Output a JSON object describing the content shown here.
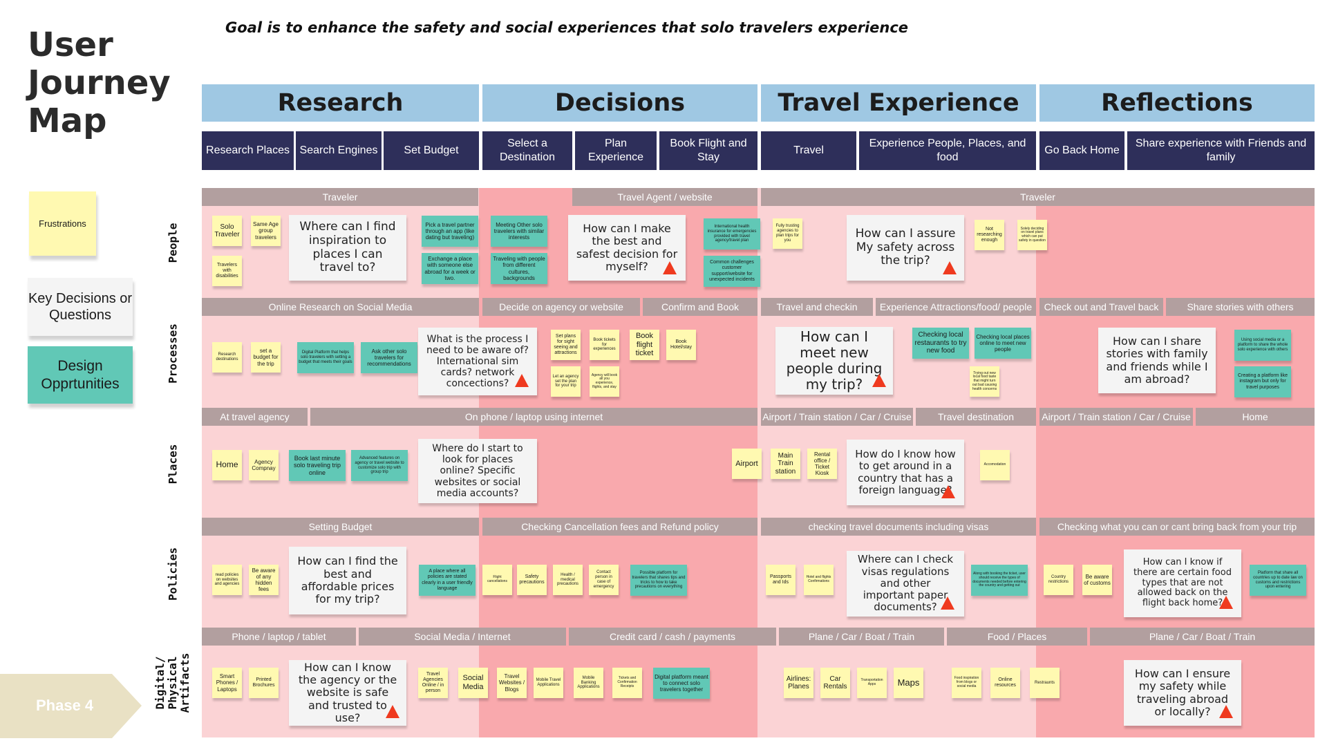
{
  "title": "User Journey Map",
  "goal": "Goal is to enhance the safety and social experiences that solo travelers experience",
  "legend": {
    "frustrations": "Frustrations",
    "key_decisions": "Key Decisions or Questions",
    "design": "Design Opprtunities"
  },
  "phase_badge": "Phase 4",
  "colors": {
    "phase_header": "#9fc8e3",
    "step": "#2e2f5a",
    "sticky_yellow": "#fff9b1",
    "sticky_teal": "#61c8b6",
    "band_light": "#fbd3d5",
    "band_dark": "#f9a9ad",
    "band_title": "#b29f9f",
    "frustration_marker": "#ef3a1f"
  },
  "rows": [
    "People",
    "Processes",
    "Places",
    "Policies",
    "Digital/ Physical Artifacts"
  ],
  "phases": [
    "Research",
    "Decisions",
    "Travel Experience",
    "Reflections"
  ],
  "steps": [
    "Research Places",
    "Search Engines",
    "Set Budget",
    "Select a Destination",
    "Plan Experience",
    "Book Flight and Stay",
    "Travel",
    "Experience People, Places, and food",
    "Go Back Home",
    "Share experience with Friends and family"
  ],
  "band_titles": {
    "people": [
      "Traveler",
      "Travel Agent / website",
      "Traveler"
    ],
    "processes": [
      "Online Research on Social Media",
      "Decide on agency or website",
      "Confirm and Book",
      "Travel and checkin",
      "Experience Attractions/food/ people",
      "Check out and Travel back",
      "Share stories with others"
    ],
    "places": [
      "At travel agency",
      "On phone / laptop using internet",
      "Airport / Train station / Car / Cruise",
      "Travel destination",
      "Airport / Train station / Car / Cruise",
      "Home"
    ],
    "policies": [
      "Setting Budget",
      "Checking Cancellation fees and Refund policy",
      "checking travel documents including visas",
      "Checking what you can or cant bring back from your trip"
    ],
    "artifacts": [
      "Phone / laptop / tablet",
      "Social Media / Internet",
      "Credit card / cash / payments",
      "Plane / Car / Boat / Train",
      "Food / Places",
      "Plane / Car / Boat / Train"
    ]
  },
  "questions": {
    "people": [
      "Where can I find inspiration to places I can travel to?",
      "How can I make the best and safest decision for myself?",
      "How can I assure My safety across the trip?"
    ],
    "processes": [
      "What is the process I need to be aware of? International sim cards? network concections?",
      "How can I meet new people during my trip?",
      "How can I share stories with family and friends while I am abroad?"
    ],
    "places": [
      "Where do I start to look for places online? Specific websites or social media accounts?",
      "How do I know how to get around in a country that has a foreign language?"
    ],
    "policies": [
      "How can I find the best and affordable prices for my trip?",
      "Where can I check visas regulations and other important paper documents?",
      "How can I know if there are certain food types that are not allowed back on the flight back home?"
    ],
    "artifacts": [
      "How can I know the agency or the website is safe and trusted to use?",
      "How can I ensure my safety while traveling abroad or locally?"
    ]
  },
  "notes": {
    "people": [
      "Solo Traveler",
      "Same Age group travelers",
      "Travelers with disabilities",
      "Pick a travel partner through an app (like dating but traveling)",
      "Exchange a place with someone else abroad for a week or two.",
      "Meeting Other solo travelers with similar interests",
      "Traveling with people from different cultures, backgrounds",
      "International health insurance for emergencies provided with travel agency/travel plan",
      "Common challenges customer support/website for unexpected incidents",
      "Fully trusting agencies to plan trips for you",
      "Not researching enough",
      "Solely deciding on travel plans which can put safety in question"
    ],
    "processes": [
      "Research destinations",
      "set a budget for the trip",
      "Digital Platform that helps solo travelers with setting a budget that meets their goals",
      "Ask other solo travelers for recommendations",
      "Set plans for sight seeing and attractions",
      "Book tickets for experiences",
      "Book flight ticket",
      "Book Hotel/stay",
      "Let an agency set the plan for your trip",
      "Agency will book all you experience, flights, and stay",
      "Checking local restaurants to try new food",
      "Checking local places online to meet new people",
      "Trying out new local food taste that might turn out bad causing health concerns",
      "Using social media or a platform to share the whole solo experience with others",
      "Creating a platform like instagram but only for travel purposes"
    ],
    "places": [
      "Home",
      "Agency Compnay",
      "Book last minute solo traveling trip online",
      "Advanced features on agency or travel website to customize solo trip with group trip",
      "Airport",
      "Main Train station",
      "Rental office / Ticket Kiosk",
      "Accomodation"
    ],
    "policies": [
      "read policies on websites and agencies",
      "Be aware of any hidden fees",
      "A place where all policies are stated clearly in a user friendly language",
      "Flight cancellations",
      "Safety precautions",
      "Health / medical precautions",
      "Contact person in case of emergency",
      "Possible platform for travelers that shares tips and tricks to how to take precautions on everything",
      "Passports and Ids",
      "Hotel and flights Confirmations",
      "Along with booking the ticket, user should receive the types of documents needed before entering the country and getting out",
      "Country restrictions",
      "Be aware of customs",
      "Platform that share all countries up to date law on customs and restrictions upon entering"
    ],
    "artifacts": [
      "Smart Phones / Laptops",
      "Printed Brochures",
      "Travel Agencies Online / in person",
      "Social Media",
      "Travel Websites / Blogs",
      "Mobile Travel Applications",
      "Mobile Banking Applications",
      "Tickets and Confirmation Receipts",
      "Digital platform meant to connect solo travelers together",
      "Airlines: Planes",
      "Car Rentals",
      "Transportation Apps",
      "Maps",
      "Food inspiration from blogs or social media",
      "Online resources",
      "Restraunts"
    ]
  }
}
